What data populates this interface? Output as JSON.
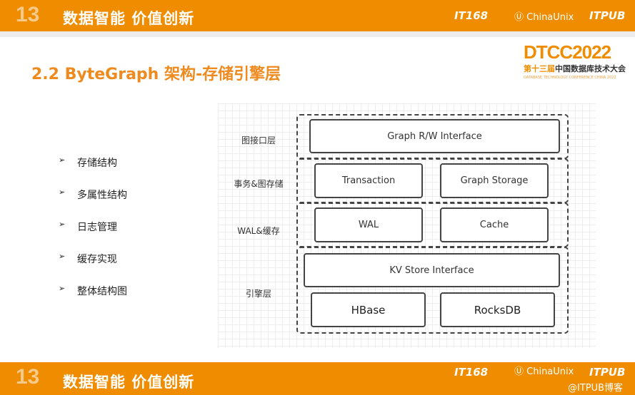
{
  "header": {
    "badge": "13",
    "slogan": "数据智能  价值创新",
    "logos": [
      "IT168",
      "ChinaUnix",
      "ITPUB"
    ]
  },
  "title": "2.2 ByteGraph 架构-存储引擎层",
  "conference": {
    "name": "DTCC2022",
    "subtitle_highlight": "第十三届",
    "subtitle": "中国数据库技术大会",
    "english": "DATABASE TECHNOLOGY CONFERENCE CHINA 2022"
  },
  "bullets": [
    "存储结构",
    "多属性结构",
    "日志管理",
    "缓存实现",
    "整体结构图"
  ],
  "bullet_marker": "➢",
  "diagram": {
    "layers": [
      "图接口层",
      "事务&图存储",
      "WAL&缓存",
      "引擎层"
    ],
    "boxes": {
      "graph_rw": "Graph R/W Interface",
      "transaction": "Transaction",
      "graph_storage": "Graph Storage",
      "wal": "WAL",
      "cache": "Cache",
      "kv": "KV Store Interface",
      "hbase": "HBase",
      "rocksdb": "RocksDB"
    }
  },
  "footer": {
    "badge": "13",
    "slogan": "数据智能  价值创新",
    "logos": [
      "IT168",
      "ChinaUnix",
      "ITPUB"
    ],
    "watermark": "@ITPUB博客"
  }
}
